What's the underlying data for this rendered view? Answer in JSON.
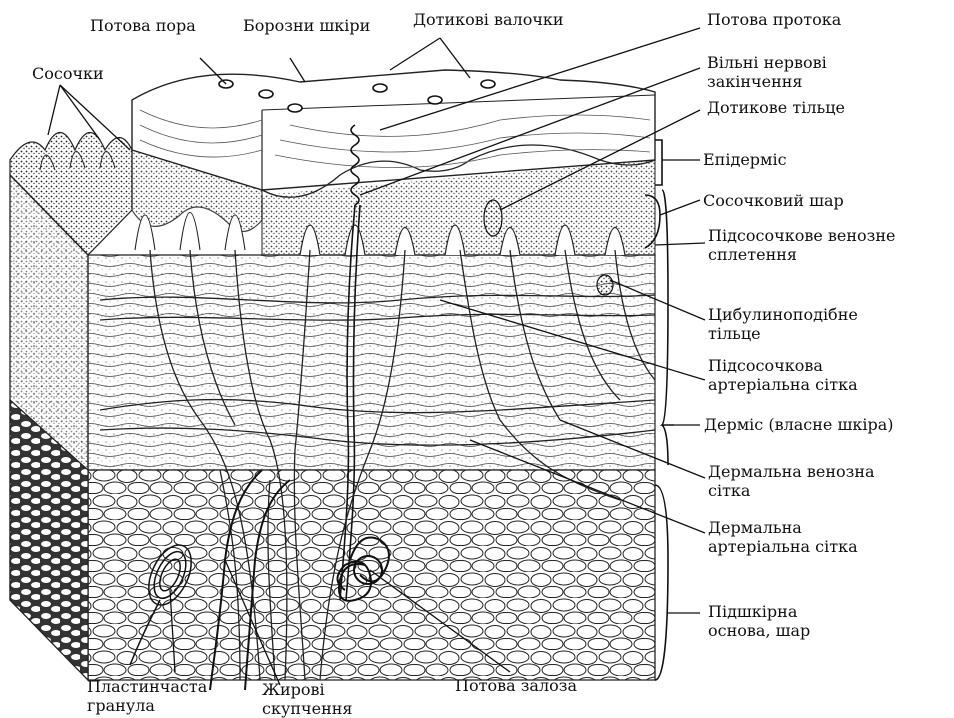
{
  "diagram": {
    "labels": {
      "sweat_pore": "Потова пора",
      "skin_furrows": "Борозни шкіри",
      "tactile_ridges": "Дотикові валочки",
      "sweat_duct": "Потова протока",
      "free_nerve_endings_1": "Вільні нервові",
      "free_nerve_endings_2": "закінчення",
      "tactile_corpuscle": "Дотикове тільце",
      "papillae": "Сосочки",
      "epidermis": "Епідерміс",
      "papillary_layer": "Сосочковий шар",
      "subpapillary_venous_plexus_1": "Підсосочкове венозне",
      "subpapillary_venous_plexus_2": "сплетення",
      "bulbous_corpuscle_1": "Цибулиноподібне",
      "bulbous_corpuscle_2": "тільце",
      "subpapillary_arterial_net_1": "Підсосочкова",
      "subpapillary_arterial_net_2": "артеріальна сітка",
      "dermis": "Дерміс (власне шкіра)",
      "dermal_venous_net_1": "Дермальна венозна",
      "dermal_venous_net_2": "сітка",
      "dermal_arterial_net_1": "Дермальна",
      "dermal_arterial_net_2": "артеріальна  сітка",
      "subcutaneous_1": "Підшкірна",
      "subcutaneous_2": "основа, шар",
      "lamellar_granule_1": "Пластинчаста",
      "lamellar_granule_2": "гранула",
      "fat_clusters_1": "Жирові",
      "fat_clusters_2": "скупчення",
      "sweat_gland": "Потова залоза"
    }
  }
}
